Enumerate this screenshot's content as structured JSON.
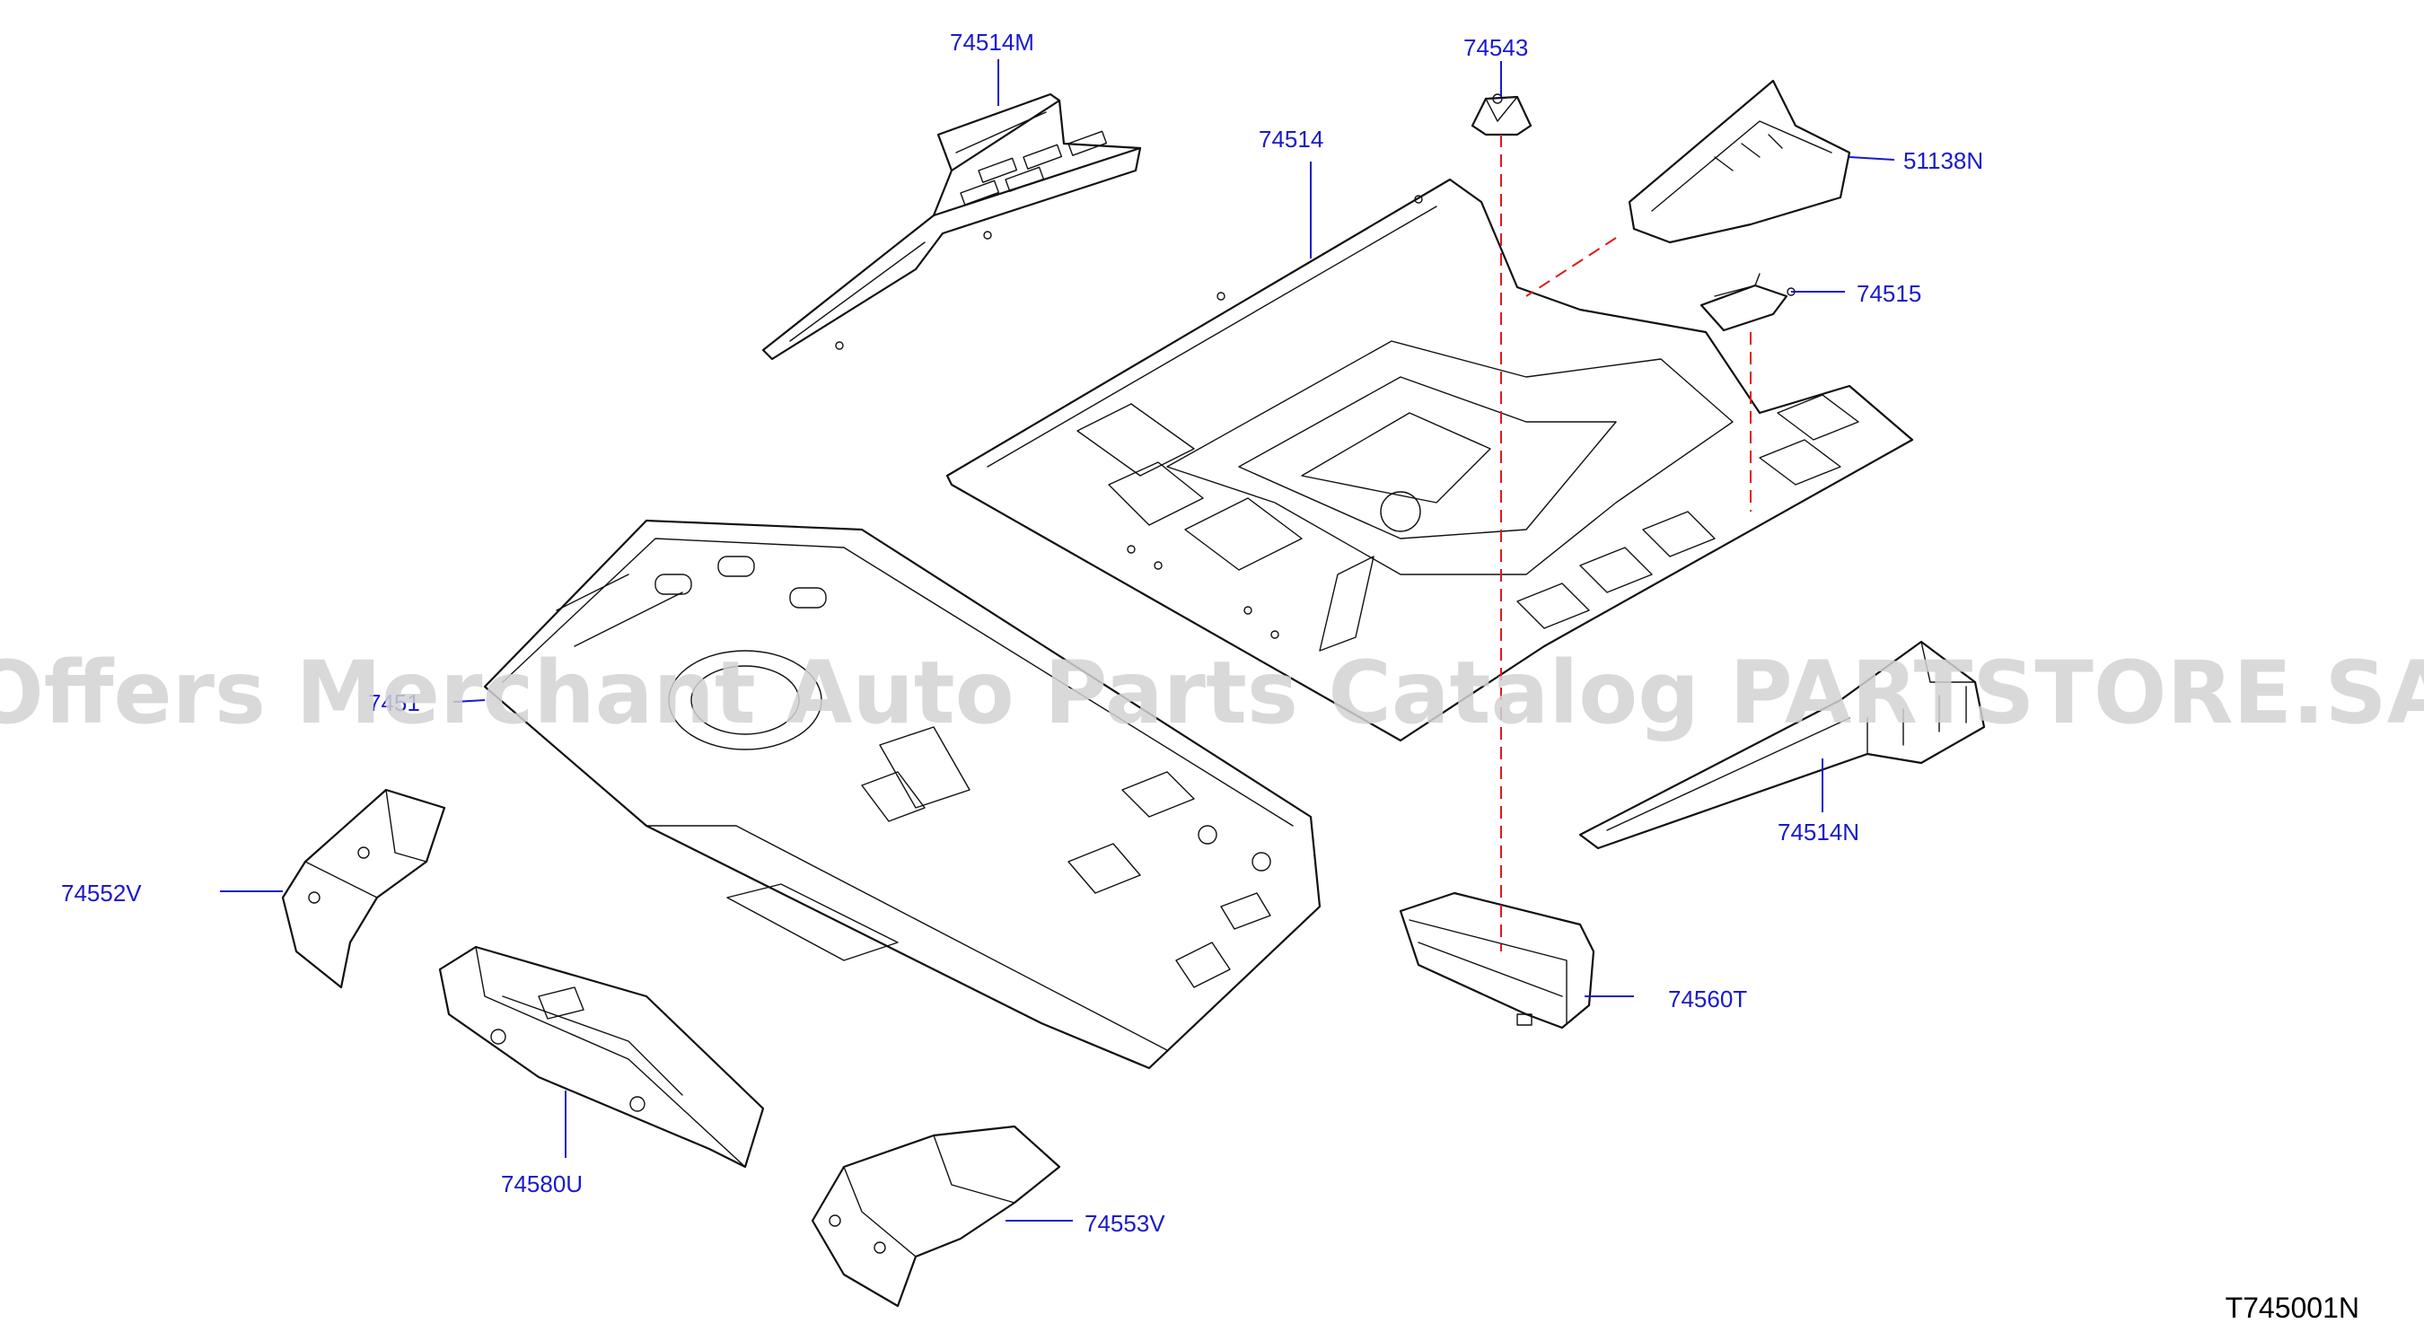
{
  "diagram": {
    "code": "T745001N",
    "watermark": "Offers Merchant Auto Parts Catalog PARTSTORE.SA",
    "callouts": {
      "p74514M": "74514M",
      "p74514": "74514",
      "p74543": "74543",
      "p51138N": "51138N",
      "p74515": "74515",
      "p7451": "7451",
      "p74552V": "74552V",
      "p74514N": "74514N",
      "p74560T": "74560T",
      "p74580U": "74580U",
      "p74553V": "74553V"
    },
    "colors": {
      "callout_text": "#1a1acc",
      "leader": "#1a1acc",
      "dashed_guide": "#e01a1a",
      "line_art": "#111111",
      "watermark": "#d2d2d2"
    }
  }
}
